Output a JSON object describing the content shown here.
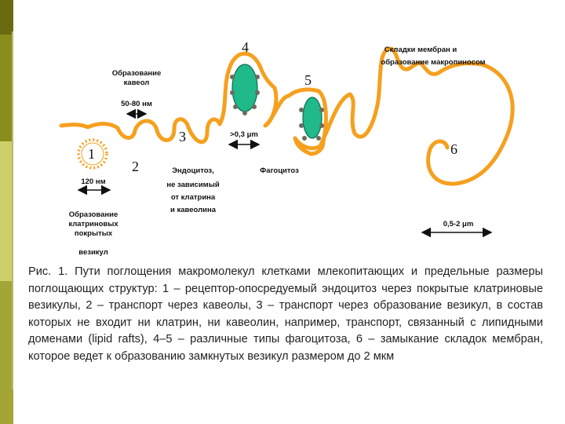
{
  "colors": {
    "membrane": "#f5a01e",
    "cell": "#1fb98a",
    "cell_outline": "#0e6b4f",
    "receptor": "#6f6a5e",
    "text": "#111111",
    "strip": [
      "#6a6b10",
      "#a7a93a",
      "#cdd06a",
      "#8e9020",
      "#c4c66a"
    ]
  },
  "numbers": {
    "n1": "1",
    "n2": "2",
    "n3": "3",
    "n4": "4",
    "n5": "5",
    "n6": "6"
  },
  "labels": {
    "caveolae_title": [
      "Образование",
      "кавеол"
    ],
    "caveolae_size": "50-80 нм",
    "clathrin_size": "120 нм",
    "clathrin_title": [
      "Образование",
      "клатриновых",
      "покрытых",
      "везикул"
    ],
    "endocytosis_title": [
      "Эндоцитоз,",
      "не зависимый",
      "от клатрина",
      "и кавеолина"
    ],
    "phago_size": ">0,3 μm",
    "phago_title": "Фагоцитоз",
    "macro_title": [
      "Складки мембран и",
      "образование макропиносом"
    ],
    "macro_size": "0,5-2 μm"
  },
  "caption": "Рис. 1. Пути поглощения макромолекул клетками млекопитающих и предельные размеры поглощающих структур: 1 – рецептор-опосредуемый эндоцитоз через покрытые клатриновые везикулы, 2 – транспорт через кавеолы, 3 – транспорт через образование везикул, в состав которых не входит ни клатрин, ни кавеолин, например, транспорт, связанный с липидными доменами (lipid rafts), 4–5 – различные типы фагоцитоза, 6 – замыкание складок мембран, которое ведет к образованию замкнутых везикул размером до 2 мкм"
}
